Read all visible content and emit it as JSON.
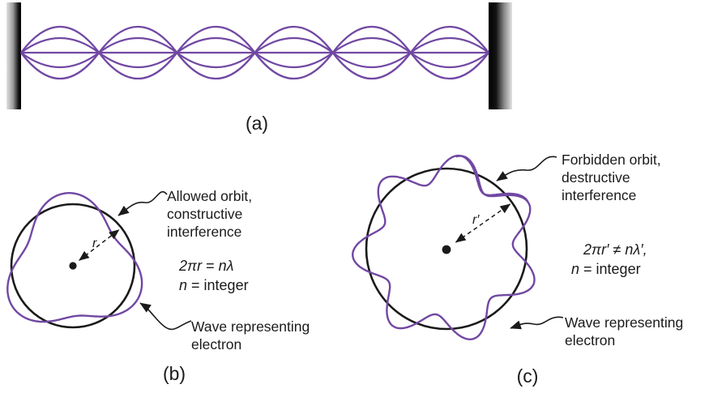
{
  "colors": {
    "background": "#ffffff",
    "ink": "#1a1a1a",
    "wave": "#7148a3"
  },
  "panel_a": {
    "label": "(a)",
    "wave_segments": 6,
    "envelope_amplitudes": [
      32,
      18
    ]
  },
  "panel_b": {
    "label": "(b)",
    "orbit_annotation_lines": [
      "Allowed orbit,",
      "constructive",
      "interference"
    ],
    "equation1": {
      "lhs": "2πr",
      "rel": "=",
      "rhs": "nλ"
    },
    "equation2": {
      "lhs": "n",
      "rel": "=",
      "rhs": "integer"
    },
    "radius_label": "r",
    "wave_annotation_lines": [
      "Wave representing",
      "electron"
    ],
    "wave": {
      "cycles": 3,
      "amplitude": 14,
      "phase_rad": 1.5708,
      "start_deg": 95,
      "sweep_deg": 360
    }
  },
  "panel_c": {
    "label": "(c)",
    "orbit_annotation_lines": [
      "Forbidden orbit,",
      "destructive",
      "interference"
    ],
    "equation1": {
      "lhs": "2πr′",
      "rel": "≠",
      "rhs": "nλ′,"
    },
    "equation2": {
      "lhs": "n",
      "rel": "=",
      "rhs": "integer"
    },
    "radius_label": "r′",
    "wave_annotation_lines": [
      "Wave representing",
      "electron"
    ],
    "wave": {
      "cycles": 8.1,
      "amplitude": 17,
      "phase_rad": 1.12,
      "start_deg": 84,
      "sweep_deg": 415
    }
  }
}
